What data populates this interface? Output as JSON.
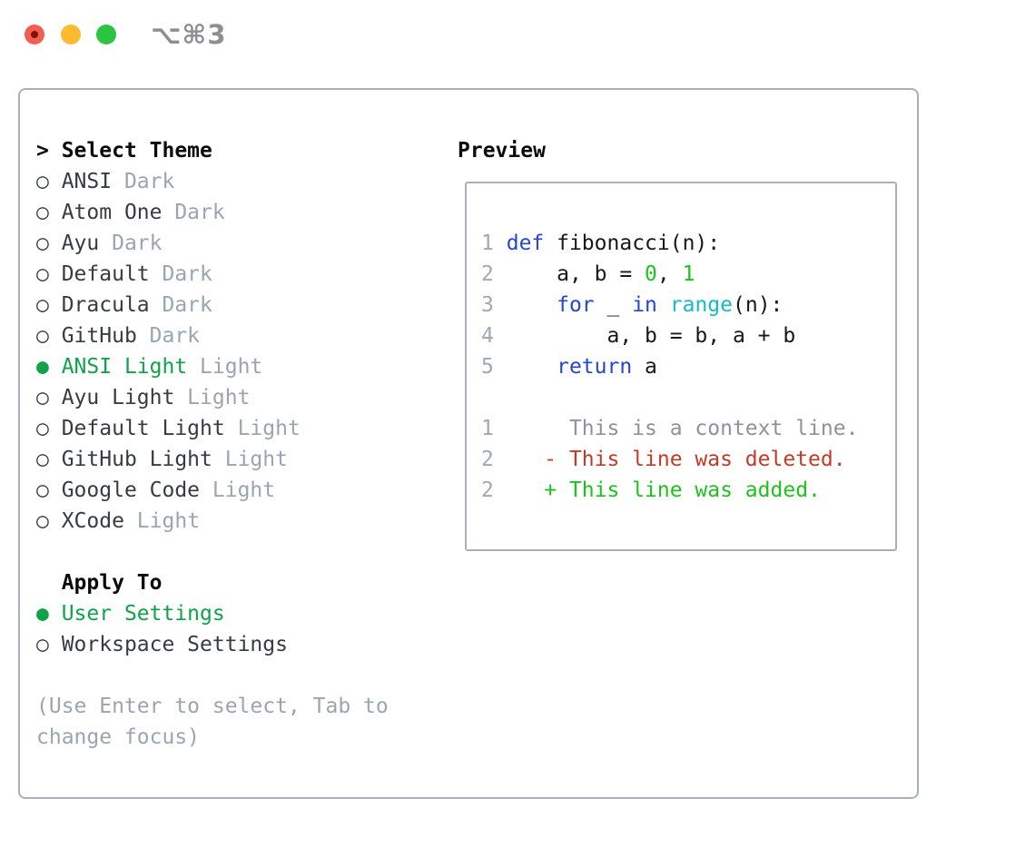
{
  "window": {
    "shortcut": "⌥⌘3",
    "buttons": [
      "close",
      "minimize",
      "zoom"
    ]
  },
  "colors": {
    "traffic-red": "#f35e51",
    "traffic-red-dot": "#7d120b",
    "traffic-yellow": "#fdbc2f",
    "traffic-green": "#2cc541",
    "shortcut": "#8e8e93",
    "border": "#a8b0bb",
    "hdr": "#0a0b0c",
    "dark": "#363c44",
    "muted": "#9aa5b1",
    "green-sel": "#0fa347",
    "lnum": "#9fa9b5",
    "code-plain": "#15181c",
    "kw": "#2346d4",
    "fn": "#16bac7",
    "num": "#1dc31d",
    "ctx": "#8d939c",
    "del": "#c43a26",
    "add": "#1dc31d"
  },
  "left_rows": [
    {
      "type": "header",
      "name": "select-theme-header",
      "marker": ">",
      "label": "Select Theme"
    },
    {
      "type": "option",
      "name": "theme-option-ansi-dark",
      "selected": false,
      "label": "ANSI",
      "suffix": "Dark"
    },
    {
      "type": "option",
      "name": "theme-option-atom-one-dark",
      "selected": false,
      "label": "Atom One",
      "suffix": "Dark"
    },
    {
      "type": "option",
      "name": "theme-option-ayu-dark",
      "selected": false,
      "label": "Ayu",
      "suffix": "Dark"
    },
    {
      "type": "option",
      "name": "theme-option-default-dark",
      "selected": false,
      "label": "Default",
      "suffix": "Dark"
    },
    {
      "type": "option",
      "name": "theme-option-dracula-dark",
      "selected": false,
      "label": "Dracula",
      "suffix": "Dark"
    },
    {
      "type": "option",
      "name": "theme-option-github-dark",
      "selected": false,
      "label": "GitHub",
      "suffix": "Dark"
    },
    {
      "type": "option",
      "name": "theme-option-ansi-light",
      "selected": true,
      "label": "ANSI Light",
      "suffix": "Light"
    },
    {
      "type": "option",
      "name": "theme-option-ayu-light",
      "selected": false,
      "label": "Ayu Light",
      "suffix": "Light"
    },
    {
      "type": "option",
      "name": "theme-option-default-light",
      "selected": false,
      "label": "Default Light",
      "suffix": "Light"
    },
    {
      "type": "option",
      "name": "theme-option-github-light",
      "selected": false,
      "label": "GitHub Light",
      "suffix": "Light"
    },
    {
      "type": "option",
      "name": "theme-option-google-code",
      "selected": false,
      "label": "Google Code",
      "suffix": "Light"
    },
    {
      "type": "option",
      "name": "theme-option-xcode",
      "selected": false,
      "label": "XCode",
      "suffix": "Light"
    },
    {
      "type": "blank"
    },
    {
      "type": "header",
      "name": "apply-to-header",
      "marker": "",
      "label": "Apply To"
    },
    {
      "type": "option",
      "name": "apply-option-user-settings",
      "selected": true,
      "label": "User Settings",
      "suffix": ""
    },
    {
      "type": "option",
      "name": "apply-option-workspace-settings",
      "selected": false,
      "label": "Workspace Settings",
      "suffix": ""
    },
    {
      "type": "blank"
    },
    {
      "type": "hint",
      "text": "(Use Enter to select, Tab to"
    },
    {
      "type": "hint",
      "text": "change focus)"
    }
  ],
  "preview": {
    "title": "Preview",
    "lines": [
      {
        "name": "code-line-1",
        "tokens": [
          {
            "t": "1",
            "c": "lnum"
          },
          {
            "t": " ",
            "c": "plain"
          },
          {
            "t": "def",
            "c": "kw"
          },
          {
            "t": " fibonacci(n):",
            "c": "plain"
          }
        ]
      },
      {
        "name": "code-line-2",
        "tokens": [
          {
            "t": "2",
            "c": "lnum"
          },
          {
            "t": "     a, b = ",
            "c": "plain"
          },
          {
            "t": "0",
            "c": "num"
          },
          {
            "t": ", ",
            "c": "plain"
          },
          {
            "t": "1",
            "c": "num"
          }
        ]
      },
      {
        "name": "code-line-3",
        "tokens": [
          {
            "t": "3",
            "c": "lnum"
          },
          {
            "t": "     ",
            "c": "plain"
          },
          {
            "t": "for",
            "c": "kw"
          },
          {
            "t": " _ ",
            "c": "plain"
          },
          {
            "t": "in",
            "c": "kw"
          },
          {
            "t": " ",
            "c": "plain"
          },
          {
            "t": "range",
            "c": "fn"
          },
          {
            "t": "(n):",
            "c": "plain"
          }
        ]
      },
      {
        "name": "code-line-4",
        "tokens": [
          {
            "t": "4",
            "c": "lnum"
          },
          {
            "t": "         a, b = b, a + b",
            "c": "plain"
          }
        ]
      },
      {
        "name": "code-line-5",
        "tokens": [
          {
            "t": "5",
            "c": "lnum"
          },
          {
            "t": "     ",
            "c": "plain"
          },
          {
            "t": "return",
            "c": "kw"
          },
          {
            "t": " a",
            "c": "plain"
          }
        ]
      },
      {
        "name": "spacer-line",
        "tokens": []
      },
      {
        "name": "diff-context-line",
        "tokens": [
          {
            "t": "1",
            "c": "lnum"
          },
          {
            "t": "      This is a context line.",
            "c": "ctx"
          }
        ]
      },
      {
        "name": "diff-deleted-line",
        "tokens": [
          {
            "t": "2",
            "c": "lnum"
          },
          {
            "t": "    - This line was deleted.",
            "c": "del"
          }
        ]
      },
      {
        "name": "diff-added-line",
        "tokens": [
          {
            "t": "2",
            "c": "lnum"
          },
          {
            "t": "    + This line was added.",
            "c": "add"
          }
        ]
      }
    ]
  }
}
